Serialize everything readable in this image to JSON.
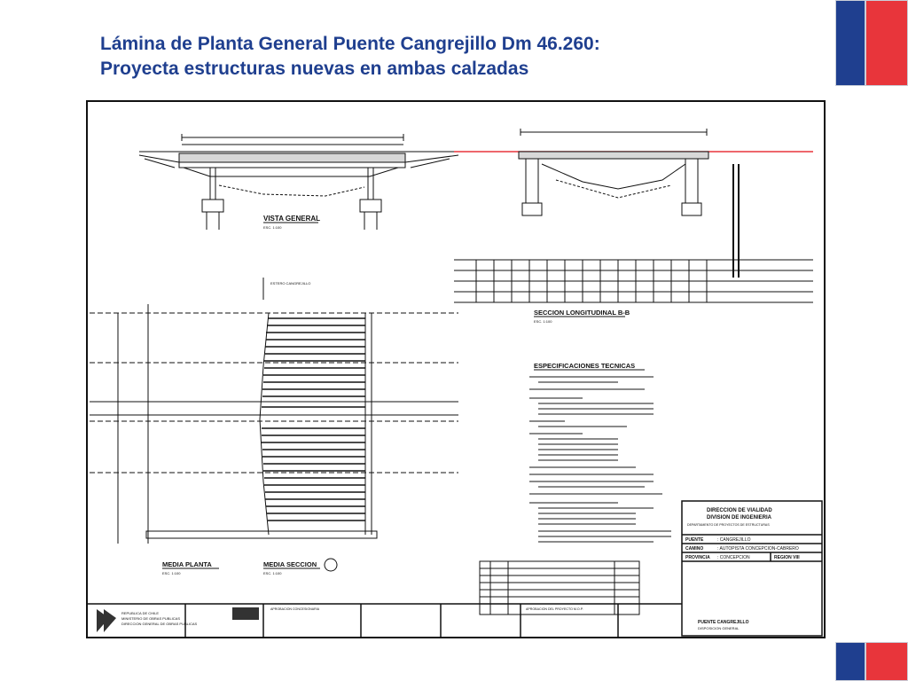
{
  "slide": {
    "title_line1": "Lámina de Planta General Puente Cangrejillo Dm 46.260:",
    "title_line2": "Proyecta estructuras nuevas en ambas calzadas"
  },
  "colors": {
    "title": "#1f3f8f",
    "flag_blue": "#1f3f8f",
    "flag_red": "#e8353b",
    "drawing_line": "#111111",
    "ground_line": "#e8353b"
  },
  "drawing": {
    "vista_general": "VISTA GENERAL",
    "vista_scale": "ESC. 1:100",
    "seccion_longitudinal": "SECCION LONGITUDINAL B-B",
    "seccion_scale": "ESC. 1:100",
    "especificaciones": "ESPECIFICACIONES TECNICAS",
    "media_planta": "MEDIA PLANTA",
    "media_planta_scale": "ESC. 1:100",
    "media_seccion": "MEDIA SECCION",
    "media_seccion_scale": "ESC. 1:100",
    "estero": "ESTERO CANGREJILLO",
    "title_block": {
      "line1": "DIRECCION DE VIALIDAD",
      "line2": "DIVISION DE INGENIERIA",
      "line3": "DEPARTAMENTO DE PROYECTOS DE ESTRUCTURAS",
      "puente_label": "PUENTE",
      "puente_value": ": CANGREJILLO",
      "camino_label": "CAMINO",
      "camino_value": ": AUTOPISTA CONCEPCION-CABRERO",
      "provincia_label": "PROVINCIA",
      "provincia_value": ": CONCEPCION",
      "region": "REGION VIII",
      "sheet_title1": "PUENTE CANGREJILLO",
      "sheet_title2": "DISPOSICION GENERAL"
    },
    "republic": {
      "line1": "REPUBLICA DE CHILE",
      "line2": "MINISTERIO DE OBRAS PUBLICAS",
      "line3": "DIRECCION GENERAL DE OBRAS PUBLICAS"
    },
    "aprobacion_concesionaria": "APROBACION CONCESIONARIA",
    "aprobacion_mop": "APROBACION DEL PROYECTO M.O.P."
  }
}
